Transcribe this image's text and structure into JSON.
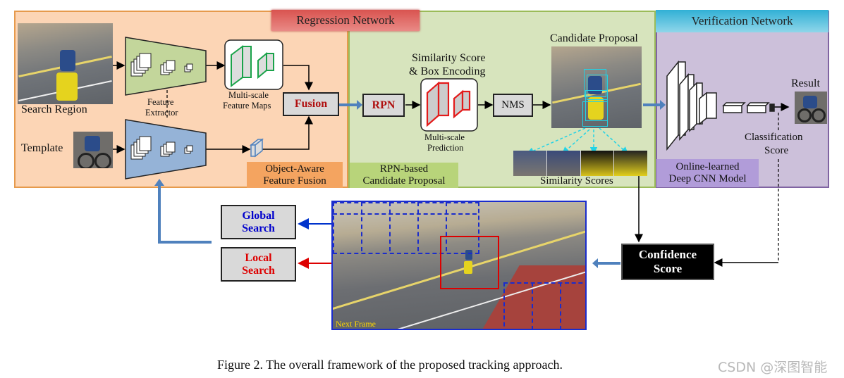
{
  "regression_network": {
    "title": "Regression Network",
    "search_region_label": "Search Region",
    "template_label": "Template",
    "feature_extractor_label": [
      "Feature",
      "Extractor"
    ],
    "multiscale_feature_maps_label": [
      "Multi-scale",
      "Feature Maps"
    ],
    "fusion_label": "Fusion",
    "object_aware_label": [
      "Object-Aware",
      "Feature Fusion"
    ]
  },
  "rpn_section": {
    "rpn_label": "RPN",
    "similarity_label": [
      "Similarity Score",
      "& Box Encoding"
    ],
    "multiscale_prediction_label": [
      "Multi-scale",
      "Prediction"
    ],
    "nms_label": "NMS",
    "candidate_proposal_label": "Candidate Proposal",
    "similarity_scores_label": "Similarity Scores",
    "rpn_based_label": [
      "RPN-based",
      "Candidate Proposal"
    ]
  },
  "verification_network": {
    "title": "Verification Network",
    "result_label": "Result",
    "classification_score_label": [
      "Classification",
      "Score"
    ],
    "online_cnn_label": [
      "Online-learned",
      "Deep CNN Model"
    ]
  },
  "bottom": {
    "global_search_label": [
      "Global",
      "Search"
    ],
    "local_search_label": [
      "Local",
      "Search"
    ],
    "confidence_score_label": [
      "Confidence",
      "Score"
    ],
    "next_frame_label": "Next Frame"
  },
  "caption": "Figure 2. The overall framework of the proposed tracking approach.",
  "watermark": "CSDN @深图智能",
  "colors": {
    "regression_bg": "#fcd5b5",
    "regression_border": "#e67e22",
    "rpn_bg": "#d7e4bd",
    "verification_bg": "#ccc0da",
    "verification_border": "#8064a2",
    "feature_extractor_top": "#c3d69b",
    "feature_extractor_bottom": "#95b3d7",
    "arrow_blue": "#4f81bd",
    "global_search_text": "#0000cc",
    "local_search_text": "#dd0000"
  }
}
